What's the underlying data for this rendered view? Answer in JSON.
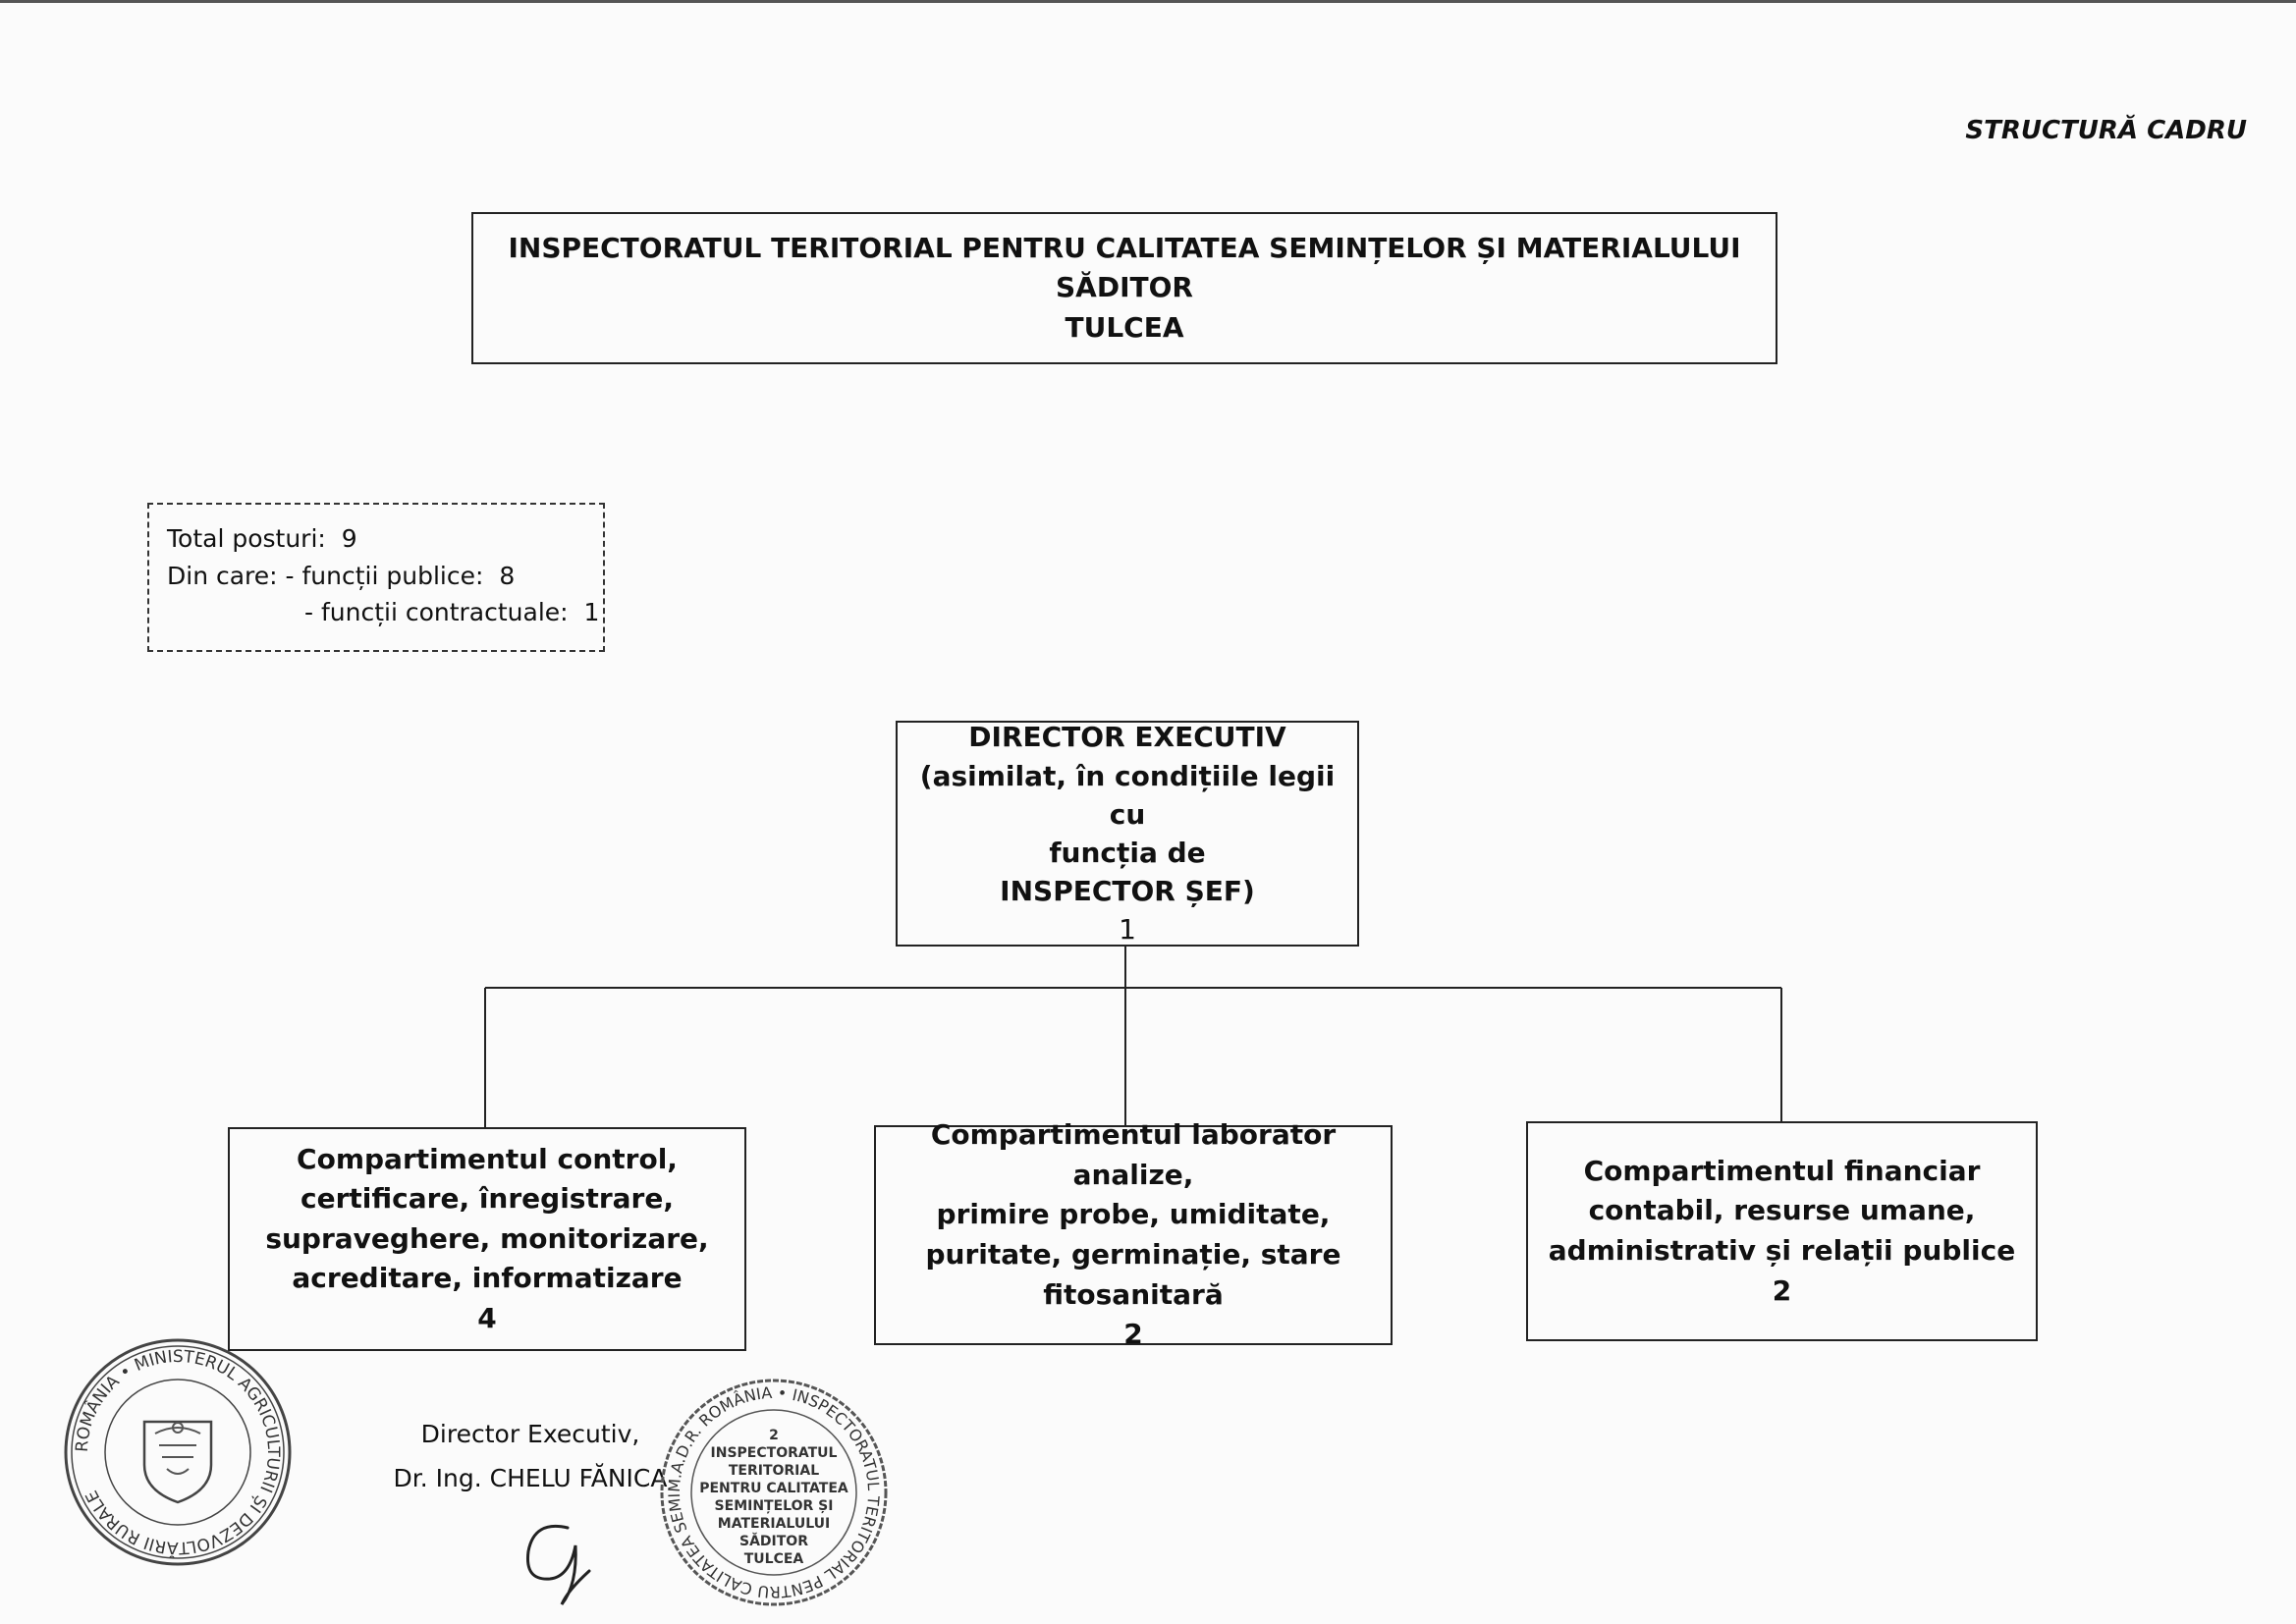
{
  "header": {
    "label": "STRUCTURĂ CADRU"
  },
  "institution": {
    "line1": "INSPECTORATUL TERITORIAL PENTRU CALITATEA SEMINȚELOR ȘI MATERIALULUI SĂDITOR",
    "line2": "TULCEA"
  },
  "summary": {
    "total_label": "Total posturi:",
    "total_value": "9",
    "public_label": "Din care: - funcții publice:",
    "public_value": "8",
    "contract_label": "- funcții contractuale:",
    "contract_value": "1"
  },
  "director": {
    "line1": "DIRECTOR EXECUTIV",
    "line2": "(asimilat, în condițiile legii cu",
    "line3": "funcția de",
    "line4": "INSPECTOR ȘEF)",
    "count": "1"
  },
  "departments": [
    {
      "lines": [
        "Compartimentul control,",
        "certificare, înregistrare,",
        "supraveghere, monitorizare,",
        "acreditare, informatizare"
      ],
      "count": "4"
    },
    {
      "lines": [
        "Compartimentul laborator analize,",
        "primire probe, umiditate,",
        "puritate, germinație, stare",
        "fitosanitară"
      ],
      "count": "2"
    },
    {
      "lines": [
        "Compartimentul financiar",
        "contabil, resurse umane,",
        "administrativ și relații publice"
      ],
      "count": "2"
    }
  ],
  "signatory": {
    "role": "Director Executiv,",
    "name": "Dr. Ing. CHELU FĂNICA"
  },
  "seal_left": {
    "ring_text": "ROMÂNIA • MINISTERUL AGRICULTURII ȘI DEZVOLTĂRII RURALE"
  },
  "seal_right": {
    "ring_text": "M.A.D.R. ROMÂNIA • INSPECTORATUL TERITORIAL PENTRU CALITATEA SEMINȚELOR",
    "center_lines": [
      "2",
      "INSPECTORATUL",
      "TERITORIAL",
      "PENTRU CALITATEA",
      "SEMINȚELOR ȘI",
      "MATERIALULUI",
      "SĂDITOR",
      "TULCEA"
    ]
  }
}
